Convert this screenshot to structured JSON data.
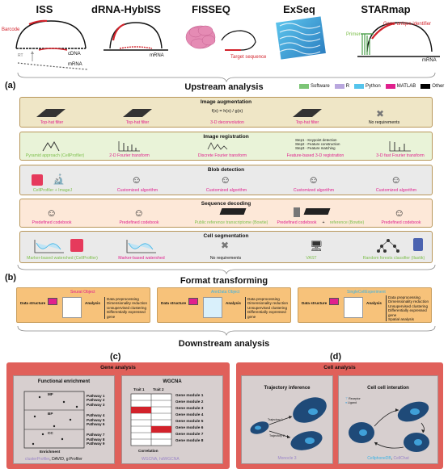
{
  "techniques": [
    {
      "name": "ISS",
      "labels": [
        "Barcode",
        "RT",
        "cDNA",
        "mRNA"
      ]
    },
    {
      "name": "dRNA-HybISS",
      "labels": [
        "mRNA"
      ]
    },
    {
      "name": "FISSEQ",
      "labels": [
        "Target sequence"
      ]
    },
    {
      "name": "ExSeq",
      "labels": []
    },
    {
      "name": "STARmap",
      "labels": [
        "Primer",
        "Gene-unique identifier",
        "mRNA"
      ]
    }
  ],
  "panel_a_letter": "(a)",
  "upstream_title": "Upstream analysis",
  "legend": [
    {
      "label": "Software",
      "color": "#7cc576"
    },
    {
      "label": "R",
      "color": "#b9a7de"
    },
    {
      "label": "Python",
      "color": "#55c4ec"
    },
    {
      "label": "MATLAB",
      "color": "#e0208d"
    },
    {
      "label": "Other",
      "color": "#000000"
    }
  ],
  "steps": {
    "image_augmentation": {
      "title": "Image augmentation",
      "items": [
        "Top-hat filter",
        "Top-hat filter",
        "3-D deconvolution",
        "Top-hat filter",
        "No requirements"
      ],
      "formula": "f(x) = h(x) / g(x)"
    },
    "image_registration": {
      "title": "Image registration",
      "items": [
        "Pyramid approach (CellProfiler)",
        "2-D Fourier transform",
        "Discrete Fourier transform",
        "Feature-based 3-D registration",
        "3-D fast Fourier transform"
      ],
      "steps_text": [
        "Step1 - Keypoint detection",
        "Step2 - Feature construction",
        "Step3 - Feature matching"
      ]
    },
    "blob_detection": {
      "title": "Blob detection",
      "items": [
        "CellProfiler + ImageJ",
        "Customized algorithm",
        "Customized algorithm",
        "Customized algorithm",
        "Customized algorithm"
      ]
    },
    "sequence_decoding": {
      "title": "Sequence decoding",
      "items": [
        "Predefined codebook",
        "Predefined codebook",
        "Public reference transcriptome (Bowtie)",
        "Predefined codebook",
        "+",
        "reference (Bowtie)",
        "Predefined codebook"
      ]
    },
    "cell_segmentation": {
      "title": "Cell segmentation",
      "items": [
        "Marker-based watershed (CellProfiler)",
        "Marker-based watershed",
        "No requirements",
        "VAST",
        "Random forests classifier (Ilastik)"
      ]
    }
  },
  "panel_b_letter": "(b)",
  "format_title": "Format transforming",
  "format_boxes": [
    {
      "object": "Seurat Object",
      "color": "#e0208d"
    },
    {
      "object": "AnnData Object",
      "color": "#3ab3e6"
    },
    {
      "object": "SingleCellExperiment",
      "color": "#3ab3e6"
    }
  ],
  "format_labels": {
    "data_structure": "Data structure",
    "analysis": "Analysis"
  },
  "analysis_steps": [
    "Data preprocessing",
    "Dimensionality reduction",
    "Unsupervised clustering",
    "Differentially expressed gene"
  ],
  "analysis_extra": "Spatial analysis",
  "downstream_title": "Downstream analysis",
  "panel_c_letter": "(c)",
  "panel_d_letter": "(d)",
  "gene_analysis": {
    "title": "Gene analysis",
    "functional_title": "Functional enrichment",
    "categories": [
      "MF",
      "BP",
      "CC"
    ],
    "pathways": [
      "Pathway 1",
      "Pathway 2",
      "Pathway 3",
      "Pathway 4",
      "Pathway 5",
      "Pathway 6",
      "Pathway 7",
      "Pathway 8",
      "Pathway 9"
    ],
    "enrichment_label": "Enrichment",
    "tools_fe": [
      "clusterProfiler",
      ", DAVID, g:Profiler"
    ],
    "wgcna_title": "WGCNA",
    "traits": [
      "Trait 1",
      "Trait 2"
    ],
    "modules": [
      "Gene module 1",
      "Gene module 2",
      "Gene module 3",
      "Gene module 4",
      "Gene module 5",
      "Gene module 6",
      "Gene module 7",
      "Gene module 8"
    ],
    "correlation_label": "Correlation",
    "tools_wgcna": "WGCNA, hdWGCNA"
  },
  "cell_analysis": {
    "title": "Cell analysis",
    "trajectory_title": "Trajectory inference",
    "trajectory_labels": [
      "Trajectory 1",
      "Trajectory 2"
    ],
    "tool_traj": "Monocle 3",
    "interaction_title": "Cell cell interation",
    "interaction_legend": [
      "Receptor",
      "Ligand"
    ],
    "tools_cci": [
      "CellphoneDB",
      ", ",
      "CellChat"
    ]
  }
}
